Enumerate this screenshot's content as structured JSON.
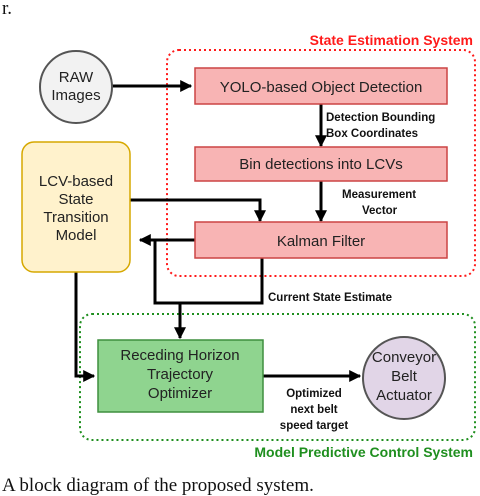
{
  "caption_top_fragment": "r.",
  "caption_bottom_fragment": "A block diagram of the proposed system.",
  "groups": {
    "state_estimation": "State Estimation System",
    "mpc": "Model Predictive Control System"
  },
  "nodes": {
    "raw_images": [
      "RAW",
      "Images"
    ],
    "yolo": "YOLO-based Object Detection",
    "bin": "Bin detections into LCVs",
    "kalman": "Kalman Filter",
    "lcv_model": [
      "LCV-based",
      "State",
      "Transition",
      "Model"
    ],
    "optimizer": [
      "Receding Horizon",
      "Trajectory",
      "Optimizer"
    ],
    "actuator": [
      "Conveyor",
      "Belt",
      "Actuator"
    ]
  },
  "edge_labels": {
    "bbox": [
      "Detection Bounding",
      "Box Coordinates"
    ],
    "measurement": [
      "Measurement",
      "Vector"
    ],
    "state_estimate": "Current State Estimate",
    "speed_target": [
      "Optimized",
      "next belt",
      "speed target"
    ]
  },
  "colors": {
    "red_group": "#ff1a1a",
    "green_group": "#1f8f1f",
    "red_fill": "#f8b4b4",
    "red_stroke": "#cc4444",
    "yellow_fill": "#fff2cc",
    "yellow_stroke": "#d6a800",
    "green_fill": "#8fd48f",
    "green_stroke": "#3f8f3f",
    "purple_fill": "#e1d5e7",
    "gray_fill": "#f2f2f2"
  }
}
